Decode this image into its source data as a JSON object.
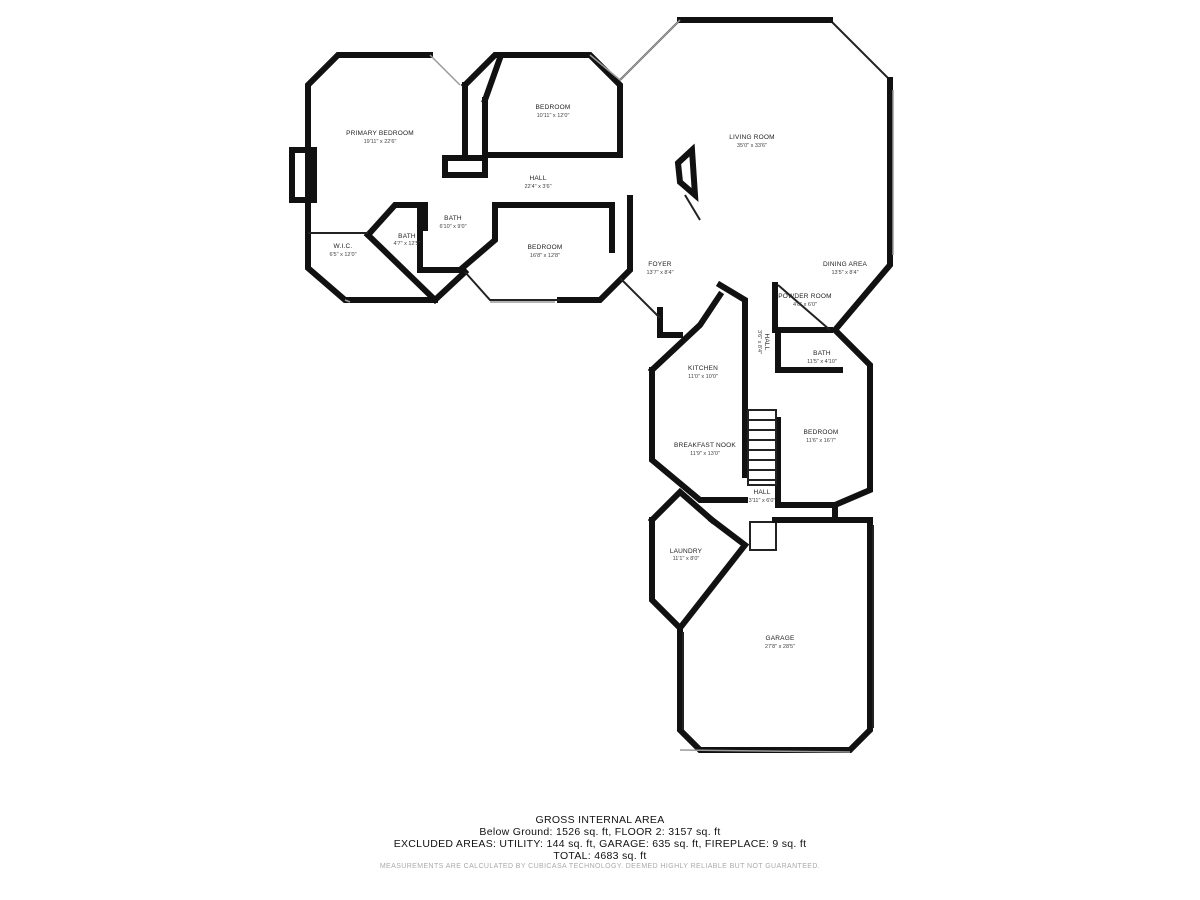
{
  "rooms": [
    {
      "id": "primary-bedroom",
      "name": "PRIMARY BEDROOM",
      "dim": "19'11\" x 22'6\""
    },
    {
      "id": "bedroom-top",
      "name": "BEDROOM",
      "dim": "10'11\" x 12'0\""
    },
    {
      "id": "living-room",
      "name": "LIVING ROOM",
      "dim": "35'0\" x 33'6\""
    },
    {
      "id": "hall-upper",
      "name": "HALL",
      "dim": "22'4\" x 3'6\""
    },
    {
      "id": "bath-small",
      "name": "BATH",
      "dim": "6'10\" x 9'0\""
    },
    {
      "id": "bath-primary",
      "name": "BATH",
      "dim": "4'7\" x 12'5\""
    },
    {
      "id": "wic",
      "name": "W.I.C.",
      "dim": "6'5\" x 12'0\""
    },
    {
      "id": "bedroom-mid",
      "name": "BEDROOM",
      "dim": "16'8\" x 12'8\""
    },
    {
      "id": "foyer",
      "name": "FOYER",
      "dim": "13'7\" x 8'4\""
    },
    {
      "id": "dining-area",
      "name": "DINING AREA",
      "dim": "13'5\" x 8'4\""
    },
    {
      "id": "powder-room",
      "name": "POWDER ROOM",
      "dim": "4'6\" x 6'0\""
    },
    {
      "id": "hall-vertical",
      "name": "HALL",
      "dim": "3'6\" x 8'4\""
    },
    {
      "id": "bath-right",
      "name": "BATH",
      "dim": "11'5\" x 4'10\""
    },
    {
      "id": "kitchen",
      "name": "KITCHEN",
      "dim": "11'0\" x 10'0\""
    },
    {
      "id": "bedroom-right",
      "name": "BEDROOM",
      "dim": "11'6\" x 16'7\""
    },
    {
      "id": "breakfast-nook",
      "name": "BREAKFAST NOOK",
      "dim": "11'9\" x 13'0\""
    },
    {
      "id": "hall-lower",
      "name": "HALL",
      "dim": "3'11\" x 6'0\""
    },
    {
      "id": "laundry",
      "name": "LAUNDRY",
      "dim": "11'1\" x 8'0\""
    },
    {
      "id": "garage",
      "name": "GARAGE",
      "dim": "27'8\" x 28'5\""
    }
  ],
  "footer": {
    "title": "GROSS INTERNAL AREA",
    "line1": "Below Ground: 1526 sq. ft, FLOOR 2: 3157 sq. ft",
    "line2": "EXCLUDED AREAS: UTILITY: 144 sq. ft, GARAGE: 635 sq. ft, FIREPLACE: 9 sq. ft",
    "line3": "TOTAL: 4683 sq. ft",
    "note": "MEASUREMENTS ARE CALCULATED BY CUBICASA TECHNOLOGY. DEEMED HIGHLY RELIABLE BUT NOT GUARANTEED."
  }
}
